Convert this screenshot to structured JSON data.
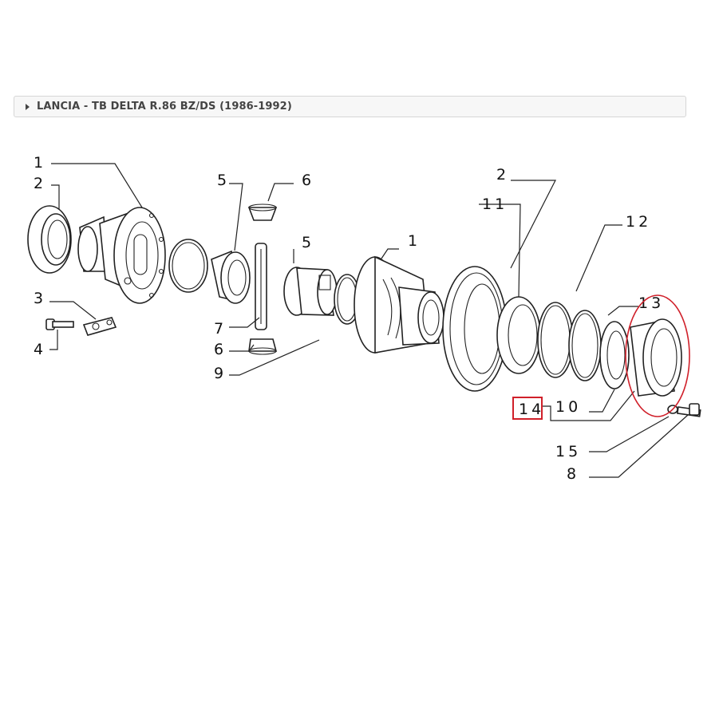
{
  "header": {
    "title": "LANCIA - TB DELTA R.86 BZ/DS (1986-1992)"
  },
  "callouts": {
    "left_1": "1",
    "left_2": "2",
    "left_3": "3",
    "left_4": "4",
    "mid_5a": "5",
    "mid_6a": "6",
    "mid_7": "7",
    "mid_6b": "6",
    "mid_9": "9",
    "mid_5b": "5",
    "mid_1": "1",
    "right_2": "2",
    "right_11": "11",
    "right_12": "12",
    "right_13": "13",
    "right_10": "10",
    "right_14": "14",
    "right_15": "15",
    "right_8": "8"
  },
  "highlight": {
    "box_color": "#d0202a",
    "circle_color": "#d0202a"
  }
}
